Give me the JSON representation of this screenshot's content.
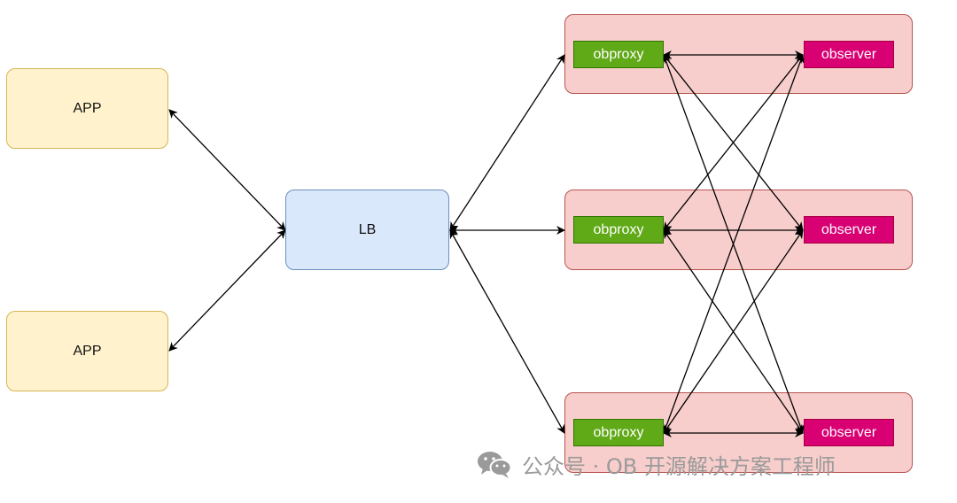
{
  "nodes": {
    "app_top": "APP",
    "app_bottom": "APP",
    "lb": "LB"
  },
  "groups": [
    {
      "proxy": "obproxy",
      "observer": "observer"
    },
    {
      "proxy": "obproxy",
      "observer": "observer"
    },
    {
      "proxy": "obproxy",
      "observer": "observer"
    }
  ],
  "watermark": {
    "icon": "wechat-icon",
    "text": "公众号 · OB 开源解决方案工程师"
  },
  "colors": {
    "app_fill": "#fff2cc",
    "lb_fill": "#dae8fc",
    "group_fill": "#f8cecc",
    "proxy_fill": "#60a917",
    "observer_fill": "#d80073",
    "edge": "#000000"
  }
}
